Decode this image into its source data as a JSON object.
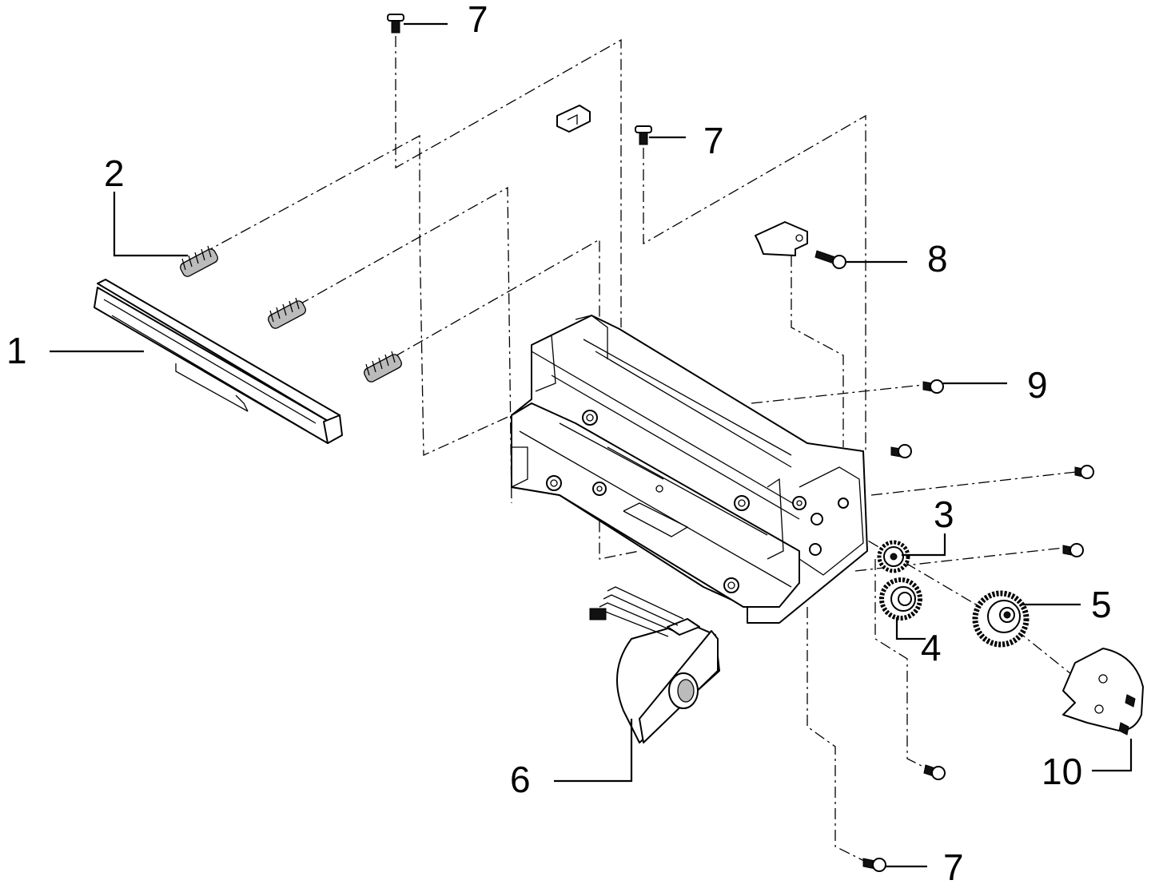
{
  "callouts": {
    "c1": "1",
    "c2": "2",
    "c3": "3",
    "c4": "4",
    "c5": "5",
    "c6": "6",
    "c7a": "7",
    "c7b": "7",
    "c7c": "7",
    "c8": "8",
    "c9": "9",
    "c10": "10"
  },
  "colors": {
    "line": "#000000",
    "background": "#ffffff"
  }
}
